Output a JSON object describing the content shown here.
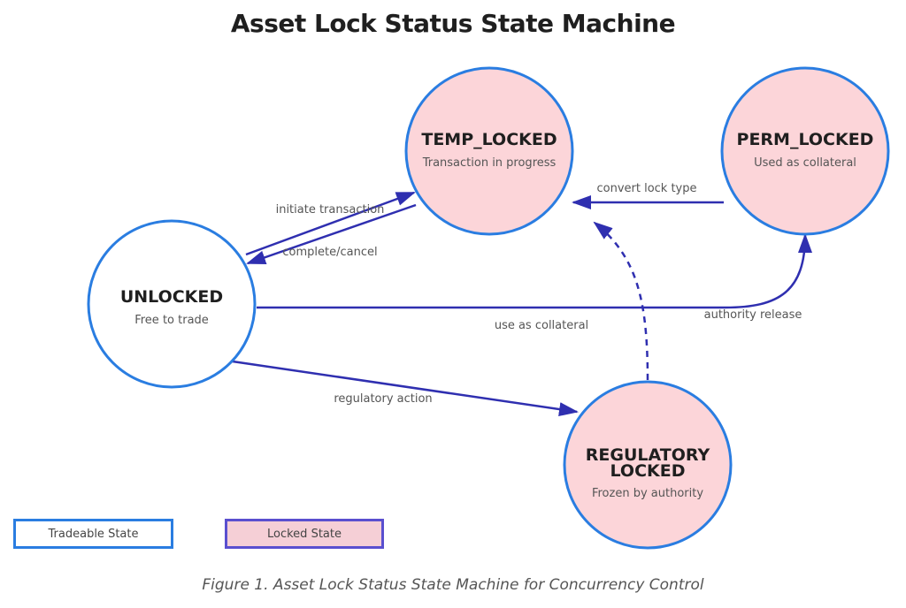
{
  "title": "Asset Lock Status State Machine",
  "colors": {
    "tradeable_border": "#2a7de1",
    "locked_border": "#2a7de1",
    "locked_fill": "#fcd5d9",
    "arrow": "#2f2fb0"
  },
  "states": {
    "temp": {
      "name": "TEMP_LOCKED",
      "sub": "Transaction in progress"
    },
    "perm": {
      "name": "PERM_LOCKED",
      "sub": "Used as collateral"
    },
    "unlocked": {
      "name": "UNLOCKED",
      "sub": "Free to trade"
    },
    "regulatory": {
      "name_line1": "REGULATORY",
      "name_line2": "LOCKED",
      "sub": "Frozen by authority"
    }
  },
  "edges": {
    "initiate": "initiate transaction",
    "complete": "complete/cancel",
    "convert": "convert lock type",
    "collateral": "use as collateral",
    "authority_release": "authority release",
    "regulatory_action": "regulatory action"
  },
  "legend": {
    "tradeable": "Tradeable State",
    "locked": "Locked State"
  },
  "caption": "Figure 1. Asset Lock Status State Machine for Concurrency Control"
}
